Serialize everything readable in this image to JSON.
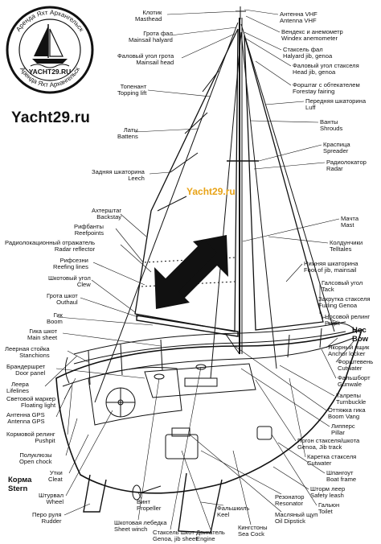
{
  "brand": {
    "site": "Yacht29.ru",
    "watermark": "Yacht29.ru",
    "logo_center": "YACHT29.RU",
    "logo_ring_top": "Аренда Яхт Архангельск",
    "logo_ring_bottom": "Аренда Яхт Архангельск"
  },
  "colors": {
    "line": "#111111",
    "watermark": "#e8a317",
    "background": "#ffffff"
  },
  "labels": {
    "klotik": [
      "Клотик",
      "Masthead"
    ],
    "grota_fal": [
      "Грота фал",
      "Mainsail halyard"
    ],
    "falovy_ugol_grota": [
      "Фаловый угол грота",
      "Mainsail head"
    ],
    "topenant": [
      "Топенант",
      "Topping lift"
    ],
    "laty": [
      "Латы",
      "Battens"
    ],
    "zadnyaya_shkatorina": [
      "Задняя шкаторина",
      "Leech"
    ],
    "ahtershtag": [
      "Ахтерштаг",
      "Backstay"
    ],
    "rifbanty": [
      "Рифбанты",
      "Reefpoints"
    ],
    "radio_otrazhatel": [
      "Радиолокационный отражатель",
      "Radar reflector"
    ],
    "rifovye_shkentely": [
      "Рифсезни",
      "Reefing lines"
    ],
    "shkotovy_ugol": [
      "Шкотовый угол",
      "Clew"
    ],
    "grota_shkot_out": [
      "Грота шкот",
      "Outhaul"
    ],
    "gik": [
      "Гик",
      "Boom"
    ],
    "gika_shkot": [
      "Гика шкот",
      "Main sheet"
    ],
    "leernaya_stoyka": [
      "Леерная стойка",
      "Stanchions"
    ],
    "brandershpet": [
      "Брандершрет",
      "Door panel"
    ],
    "leera": [
      "Леера",
      "Lifelines"
    ],
    "svetovoy_marker": [
      "Световой маркер",
      "Floating light"
    ],
    "antenna_gps": [
      "Антенна GPS",
      "Antenna GPS"
    ],
    "kormovoy_reling": [
      "Кормовой релинг",
      "Pushpit"
    ],
    "polukluzy": [
      "Полуклюзы",
      "Open chock"
    ],
    "utki": [
      "Утки",
      "Cleat"
    ],
    "shturval": [
      "Штурвал",
      "Wheel"
    ],
    "pero_rulya": [
      "Перо руля",
      "Rudder"
    ],
    "korma": [
      "Корма",
      "Stern"
    ],
    "vint": [
      "Винт",
      "Propeller"
    ],
    "shkotovaya_lebedka": [
      "Шкотовая лебедка",
      "Sheet winch"
    ],
    "staksel_shkot": [
      "Стаксель шкот",
      "Genoa, jib sheet"
    ],
    "dvigatel": [
      "Двигатель",
      "Engine"
    ],
    "falshkil": [
      "Фальшкиль",
      "Keel"
    ],
    "kingstony": [
      "Кингстоны",
      "Sea Cock"
    ],
    "maslyany_shchup": [
      "Масляный щуп",
      "Oil Dipstick"
    ],
    "rezonator": [
      "Резонатор",
      "Resonator"
    ],
    "gal_yun": [
      "Гальюн",
      "Toilet"
    ],
    "shtorm_reling": [
      "Шторм леер",
      "Safety leash"
    ],
    "shlangout": [
      "Шпангоут",
      "Boat frame"
    ],
    "karetka": [
      "Каретка стакселя",
      "Cutwater"
    ],
    "pogon_staksel": [
      "Погон стакселя/шкота",
      "Genoa, Jib track"
    ],
    "lippers": [
      "Липперс",
      "Pillar"
    ],
    "ottyazhka_gika": [
      "Оттяжка гика",
      "Boom Vang"
    ],
    "talrepy": [
      "Талрепы",
      "Turnbuckle"
    ],
    "falshbort": [
      "Фальшборт",
      "Gunwale"
    ],
    "forshteven": [
      "Форштевень",
      "Cutwater"
    ],
    "yakorny_yashchik": [
      "Якорный ящик",
      "Anchor locker"
    ],
    "nos": [
      "Нос",
      "Bow"
    ],
    "nosovoy_reling": [
      "Носовой релинг",
      "Pulpit"
    ],
    "zakrutka_stakselya": [
      "Закрутка стакселя",
      "Furling Genoa"
    ],
    "galsovy_ugol": [
      "Галсовый угол",
      "Tack"
    ],
    "nizhnyaya_shkatorina": [
      "Нижняя шкаторина",
      "Foot of jib, mainsail"
    ],
    "koldunchiki": [
      "Колдунчики",
      "Telltales"
    ],
    "machta": [
      "Мачта",
      "Mast"
    ],
    "radiolokator": [
      "Радиолокатор",
      "Radar"
    ],
    "kraspitsa": [
      "Краспица",
      "Spreader"
    ],
    "vanty": [
      "Ванты",
      "Shrouds"
    ],
    "perednyaya_shkatorina": [
      "Передняя шкаторина",
      "Luff"
    ],
    "forshtag": [
      "Форштаг с обтекателем",
      "Forestay fairing"
    ],
    "falovy_ugol_staksel": [
      "Фаловый угол стакселя",
      "Head jib, genoa"
    ],
    "staksel_fal": [
      "Стаксель фал",
      "Halyard jib, genoa"
    ],
    "vendex": [
      "Вендекс и анемометр",
      "Windex anemometer"
    ],
    "antenna_vhf": [
      "Антенна VHF",
      "Antenna VHF"
    ]
  }
}
